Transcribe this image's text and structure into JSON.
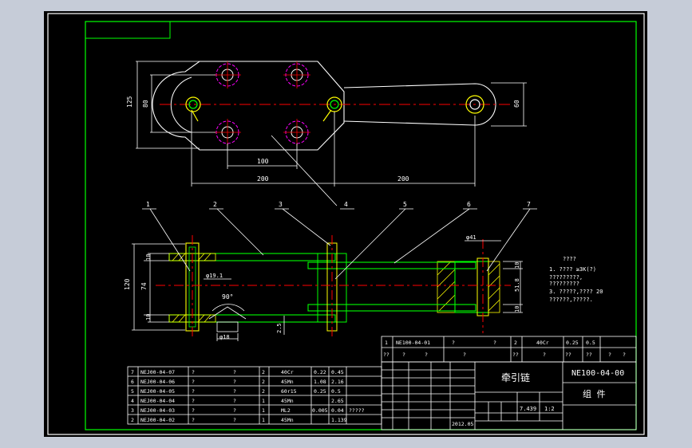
{
  "colors": {
    "background": "#c6ccd8",
    "sheet": "#000000",
    "frame": "#ffffff",
    "line_green": "#00ff00",
    "line_yellow": "#ffff00",
    "line_red": "#ff0000",
    "line_magenta": "#ff00ff",
    "line_white": "#ffffff",
    "text_white": "#ffffff"
  },
  "top_view": {
    "dim_125": "125",
    "dim_80": "80",
    "dim_60": "60",
    "dim_100": "100",
    "dim_200_left": "200",
    "dim_200_right": "200"
  },
  "front_view": {
    "balloons": [
      "1",
      "2",
      "3",
      "4",
      "5",
      "6",
      "7"
    ],
    "dim_120": "120",
    "dim_74": "74",
    "dim_10_top": "10",
    "dim_10_bottom": "10",
    "dim_phi19_1": "φ19.1",
    "dim_90deg": "90°",
    "dim_phi18": "φ18",
    "dim_2_5": "2.5",
    "dim_phi41": "φ41",
    "dim_10_right_top": "10",
    "dim_51_8": "51.8",
    "dim_10_right_bottom": "10"
  },
  "notes": {
    "title": "????",
    "line1": "1. ???? ≥3K(?)",
    "line1b": "   ?????????,",
    "line1c": "   ?????????",
    "line3": "3. ?????,????    20",
    "line3b": "   ??????,?????."
  },
  "parts_list": {
    "rows": [
      {
        "no": "7",
        "code": "NEJ00-04-07",
        "name": "?",
        "q1": "?",
        "qty": "2",
        "mat": "40Cr",
        "w1": "0.22",
        "w2": "0.45",
        "note": ""
      },
      {
        "no": "6",
        "code": "NEJ00-04-06",
        "name": "?",
        "q1": "?",
        "qty": "2",
        "mat": "45Mn",
        "w1": "1.08",
        "w2": "2.16",
        "note": ""
      },
      {
        "no": "5",
        "code": "NEJ00-04-05",
        "name": "?",
        "q1": "?",
        "qty": "2",
        "mat": "60r15",
        "w1": "0.25",
        "w2": "0.5",
        "note": ""
      },
      {
        "no": "4",
        "code": "NEJ00-04-04",
        "name": "?",
        "q1": "?",
        "qty": "1",
        "mat": "45Mn",
        "w1": "",
        "w2": "2.65",
        "note": ""
      },
      {
        "no": "3",
        "code": "NEJ00-04-03",
        "name": "?",
        "q1": "?",
        "qty": "1",
        "mat": "ML2",
        "w1": "0.005",
        "w2": "0.04",
        "note": "?????"
      },
      {
        "no": "2",
        "code": "NEJ00-04-02",
        "name": "?",
        "q1": "?",
        "qty": "1",
        "mat": "45Mn",
        "w1": "",
        "w2": "1.139",
        "note": ""
      }
    ],
    "top_row1": {
      "no": "1",
      "code": "NE100-04-01",
      "name": "?",
      "q1": "?",
      "qty": "2",
      "mat": "40Cr",
      "w1": "0.25",
      "w2": "0.5"
    },
    "top_row2": {
      "c1": "??",
      "c2": "?",
      "c3": "?",
      "c4": "?",
      "c5": "??",
      "c6": "?",
      "c7": "??",
      "c8": "??",
      "c9": "?",
      "c10": "?"
    }
  },
  "title_block": {
    "part_name": "牵引链",
    "drawing_no": "NE100-04-00",
    "category": "组  件",
    "weight": "7.439",
    "scale": "1:2",
    "date": "2012.05"
  }
}
